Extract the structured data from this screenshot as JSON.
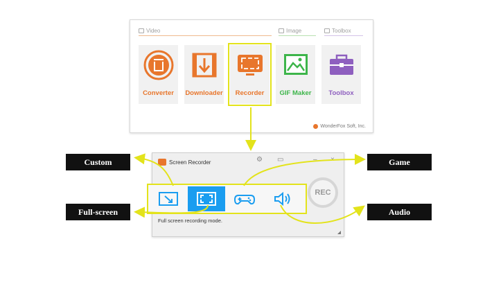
{
  "launcher": {
    "sections": {
      "video": "Video",
      "image": "Image",
      "toolbox": "Toolbox"
    },
    "tiles": [
      {
        "label": "Converter",
        "icon": "film-reel-icon",
        "color": "#e8762c"
      },
      {
        "label": "Downloader",
        "icon": "download-icon",
        "color": "#e8762c"
      },
      {
        "label": "Recorder",
        "icon": "screen-record-icon",
        "color": "#e8762c",
        "selected": true
      },
      {
        "label": "GIF Maker",
        "icon": "image-landscape-icon",
        "color": "#3db54a"
      },
      {
        "label": "Toolbox",
        "icon": "toolbox-icon",
        "color": "#8e5fbf"
      }
    ],
    "brand": "WonderFox Soft, Inc."
  },
  "recorder": {
    "title": "Screen Recorder",
    "modes": [
      {
        "name": "custom",
        "icon": "custom-region-icon"
      },
      {
        "name": "full-screen",
        "icon": "fullscreen-icon",
        "active": true
      },
      {
        "name": "game",
        "icon": "gamepad-icon"
      },
      {
        "name": "audio",
        "icon": "speaker-icon"
      }
    ],
    "rec_label": "REC",
    "status": "Full screen recording mode."
  },
  "callouts": {
    "custom": "Custom",
    "fullscreen": "Full-screen",
    "game": "Game",
    "audio": "Audio"
  },
  "colors": {
    "accent_orange": "#e8762c",
    "accent_blue": "#1a9df0",
    "highlight_yellow": "#e3e31b",
    "green": "#3db54a",
    "purple": "#8e5fbf"
  }
}
